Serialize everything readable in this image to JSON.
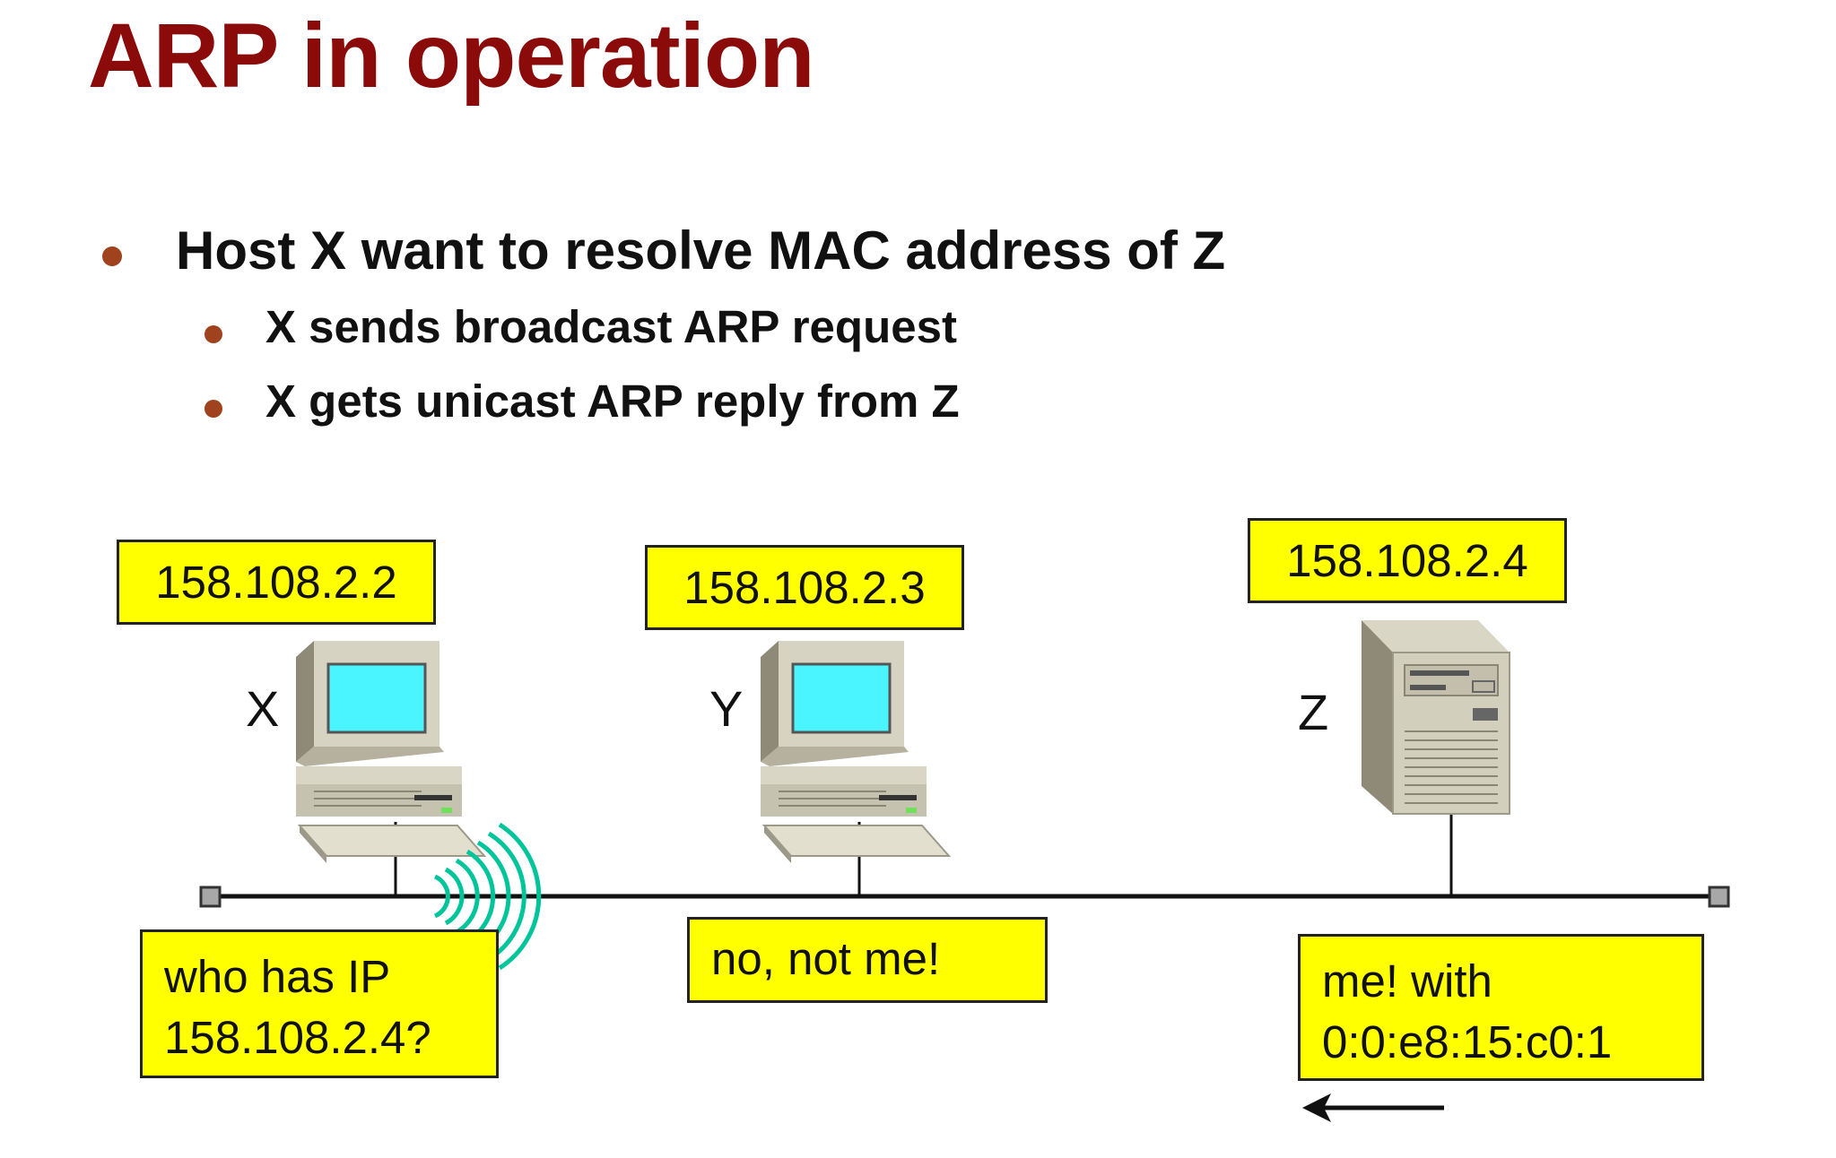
{
  "title": "ARP in operation",
  "bullets": [
    "Host X want to resolve MAC address of Z",
    "X sends broadcast ARP request",
    "X gets unicast ARP reply from Z"
  ],
  "hosts": [
    {
      "name": "X",
      "ip": "158.108.2.2",
      "icon": "desktop-computer-icon"
    },
    {
      "name": "Y",
      "ip": "158.108.2.3",
      "icon": "desktop-computer-icon"
    },
    {
      "name": "Z",
      "ip": "158.108.2.4",
      "icon": "server-tower-icon"
    }
  ],
  "messages": {
    "x_request": [
      "who has IP",
      "158.108.2.4?"
    ],
    "y_reply": "no, not me!",
    "z_reply": [
      "me! with",
      "0:0:e8:15:c0:1"
    ]
  },
  "colors": {
    "title": "#8b0a0a",
    "bullet": "#a0421d",
    "callout": "#ffff00",
    "screen": "#4af5ff",
    "signal": "#00c49a"
  }
}
